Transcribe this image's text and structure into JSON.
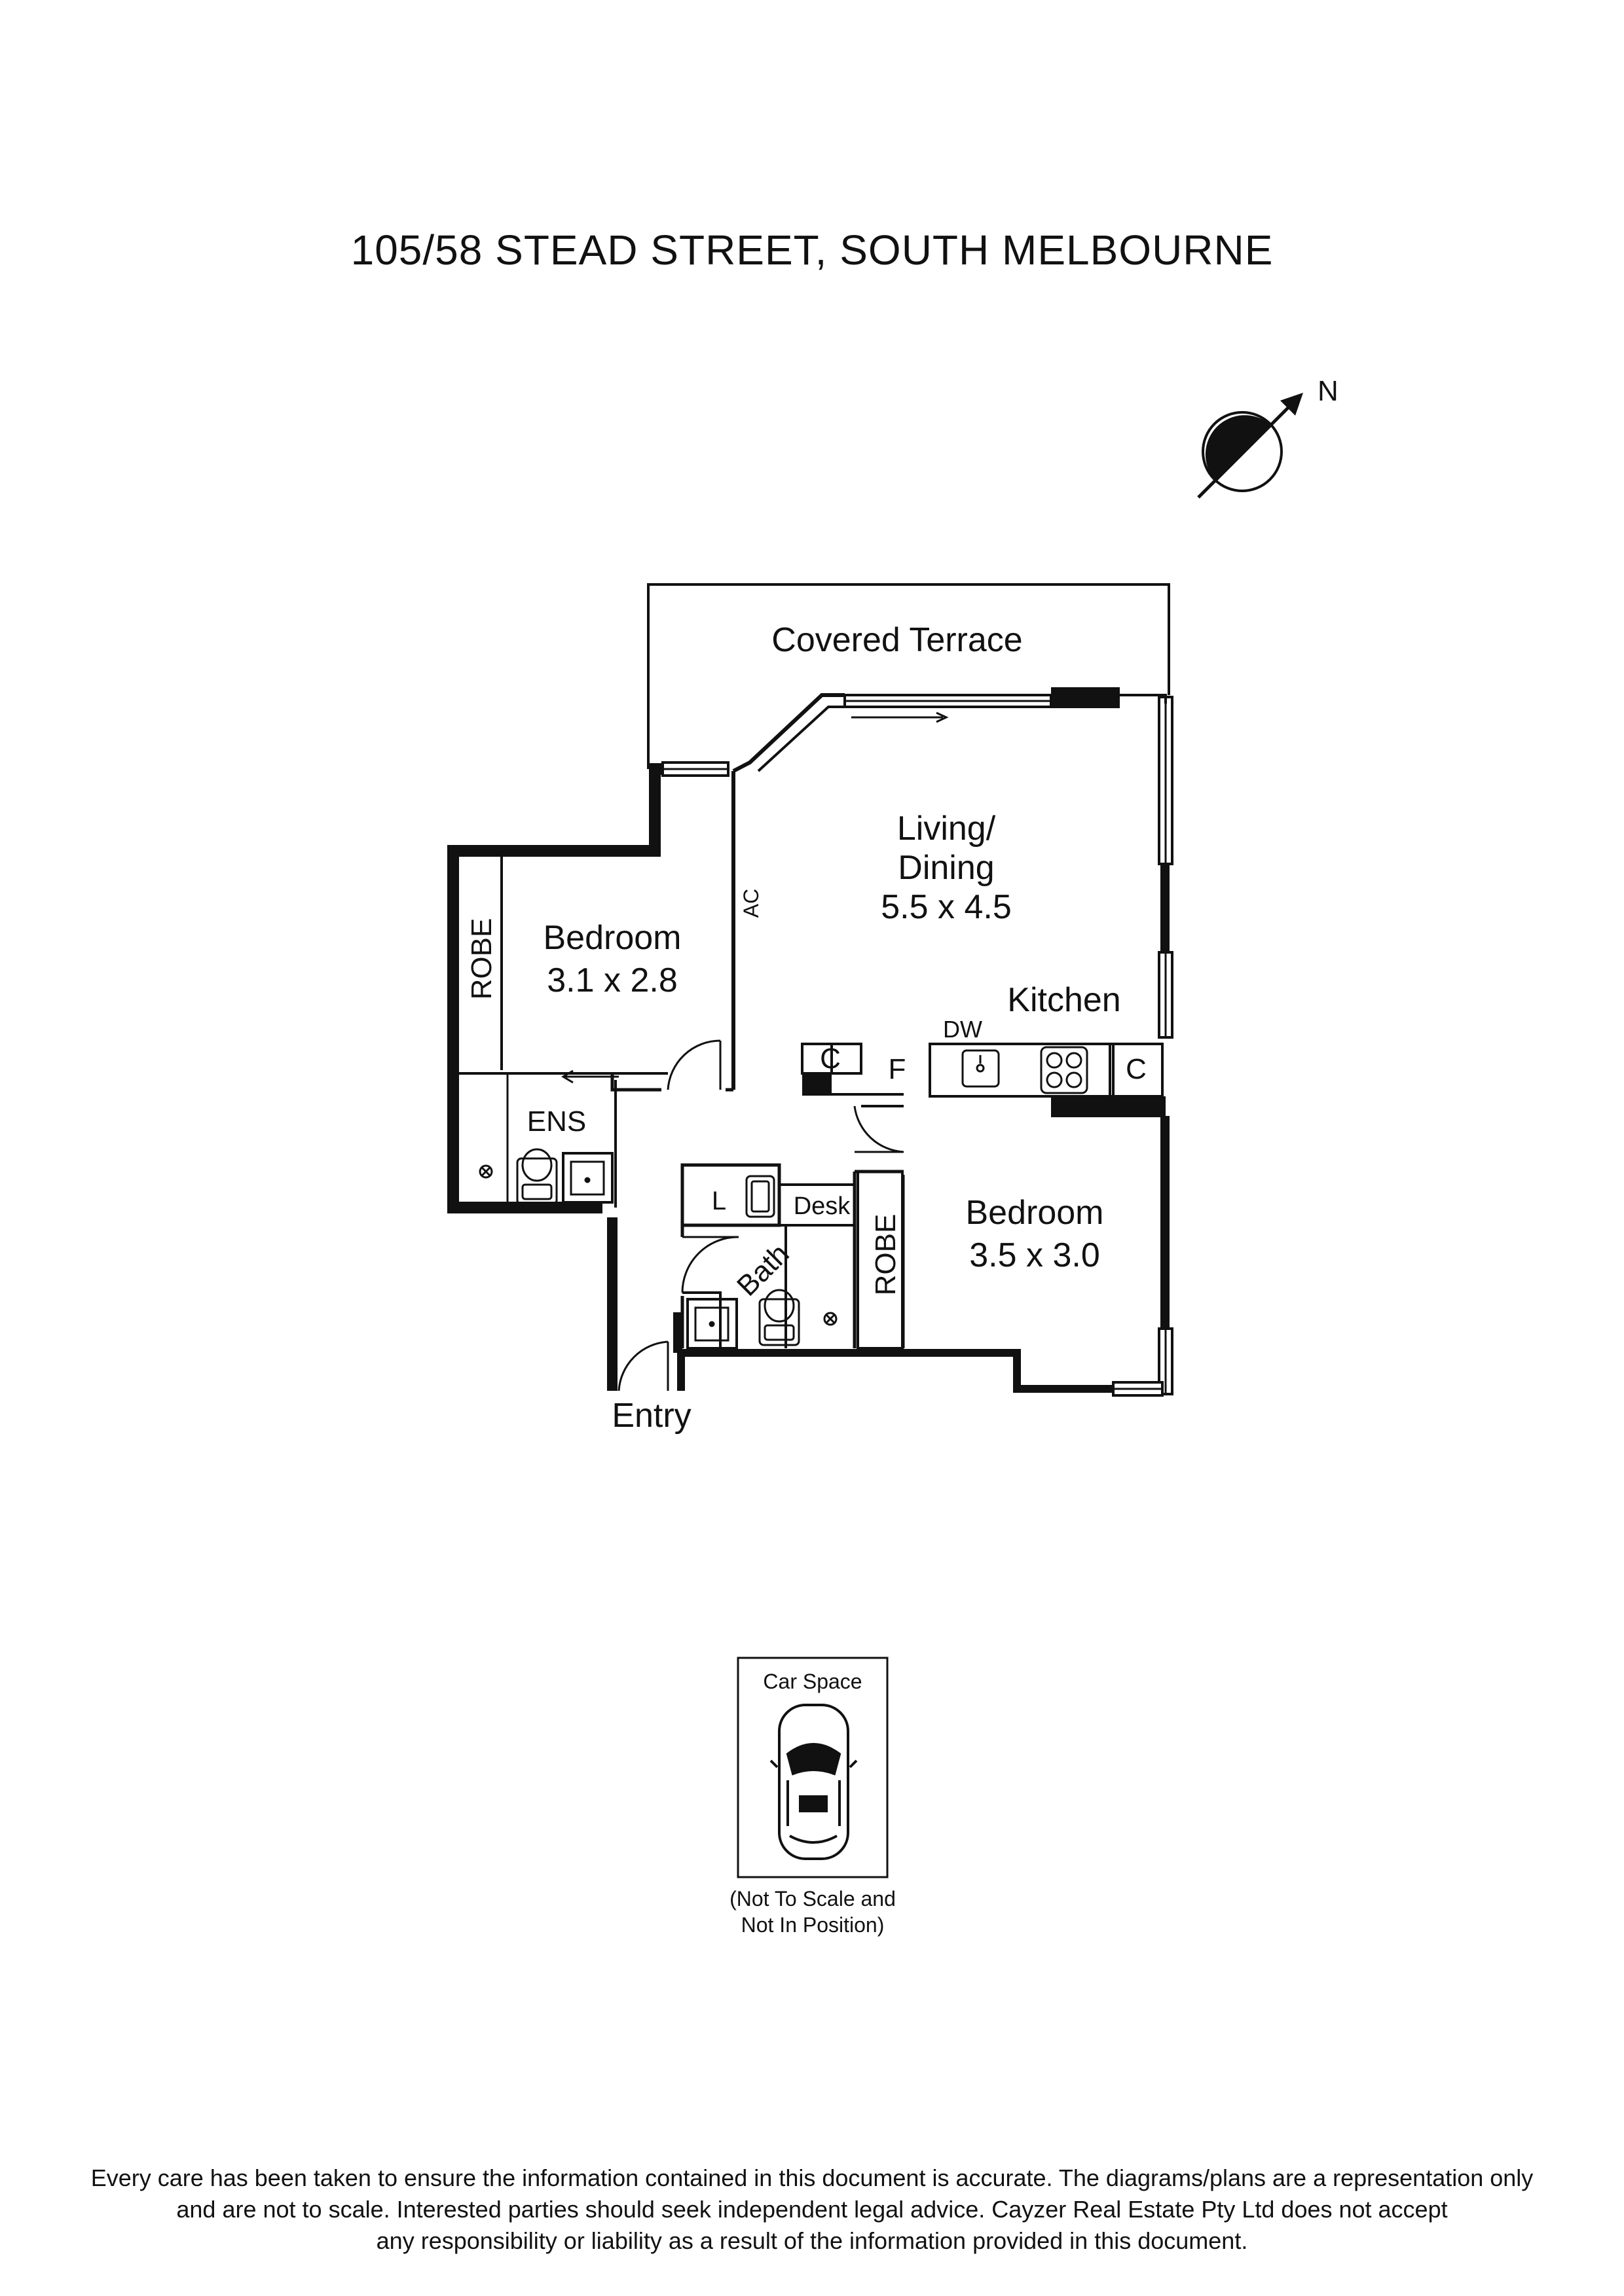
{
  "title": "105/58 STEAD STREET, SOUTH MELBOURNE",
  "compass": {
    "label": "N",
    "icon": "north-arrow-icon"
  },
  "rooms": {
    "terrace": "Covered Terrace",
    "living_name_1": "Living/",
    "living_name_2": "Dining",
    "living_size": "5.5 x 4.5",
    "bedroom1_name": "Bedroom",
    "bedroom1_size": "3.1 x 2.8",
    "bedroom2_name": "Bedroom",
    "bedroom2_size": "3.5 x 3.0",
    "kitchen": "Kitchen",
    "ens": "ENS",
    "bath": "Bath",
    "entry": "Entry",
    "robe1": "ROBE",
    "robe2": "ROBE",
    "desk": "Desk",
    "laundry": "L",
    "ac": "AC",
    "dishwasher": "DW",
    "fridge": "F",
    "cupboard1": "C",
    "cupboard2": "C"
  },
  "car_space": {
    "label": "Car Space",
    "note_line1": "(Not To Scale and",
    "note_line2": "Not In Position)",
    "icon": "car-icon"
  },
  "disclaimer": [
    "Every care has been taken to ensure the information contained in this document is accurate. The diagrams/plans are a representation only",
    "and are not to scale. Interested parties should seek independent legal advice. Cayzer Real Estate Pty Ltd does not accept",
    "any responsibility or liability as a result of the information provided in this document."
  ]
}
